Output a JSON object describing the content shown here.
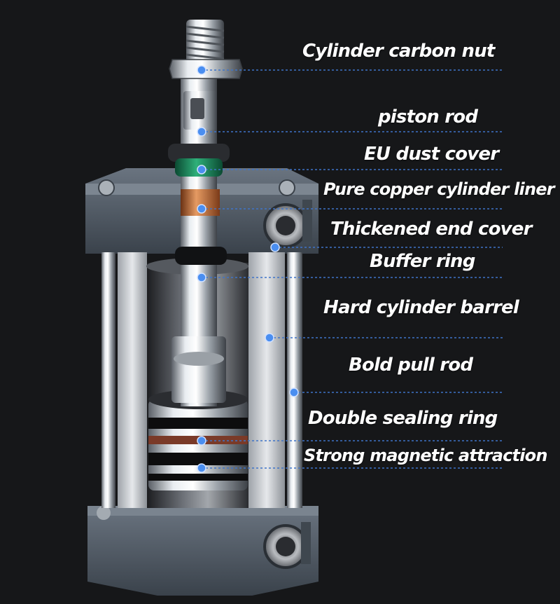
{
  "labels": [
    {
      "id": "carbon_nut",
      "text": "Cylinder carbon nut"
    },
    {
      "id": "piston_rod",
      "text": "piston rod"
    },
    {
      "id": "dust_cover",
      "text": "EU dust cover"
    },
    {
      "id": "copper_liner",
      "text": "Pure copper cylinder liner"
    },
    {
      "id": "end_cover",
      "text": "Thickened end cover"
    },
    {
      "id": "buffer_ring",
      "text": "Buffer ring"
    },
    {
      "id": "barrel",
      "text": "Hard cylinder barrel"
    },
    {
      "id": "pull_rod",
      "text": "Bold pull rod"
    },
    {
      "id": "sealing_ring",
      "text": "Double sealing ring"
    },
    {
      "id": "magnet",
      "text": "Strong magnetic attraction"
    }
  ],
  "colors": {
    "background": "#161719",
    "leader_line": "#3f74c8",
    "dot": "#4a8ef0",
    "end_cap": "#4d5661",
    "barrel": "#c9ccd0",
    "chrome": "#d8dde2",
    "dust_seal": "#1f8a5c",
    "copper": "#c56b38",
    "seal_band": "#0d0d0e"
  }
}
